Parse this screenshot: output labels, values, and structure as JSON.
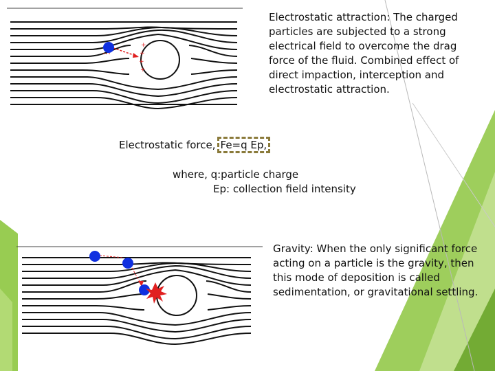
{
  "colors": {
    "accent_green": "#8dc63f",
    "particle_blue": "#1030e0",
    "arrow_red": "#e02020",
    "dash_border": "#8a7a3a"
  },
  "electrostatic": {
    "paragraph": "Electrostatic attraction: The charged particles are subjected to a strong electrical field to overcome the drag force of the fluid. Combined effect of direct impaction, interception and electrostatic attraction.",
    "force_label": "Electrostatic force,",
    "force_formula": "Fe=q Ep,",
    "where_line": "where, q:particle charge",
    "ep_line": "Ep: collection field intensity",
    "charges": [
      "+",
      "+",
      "+",
      "+"
    ]
  },
  "gravity": {
    "paragraph": "Gravity: When the only significant force acting on a particle is the gravity, then this mode of deposition is called sedimentation, or gravitational settling."
  }
}
